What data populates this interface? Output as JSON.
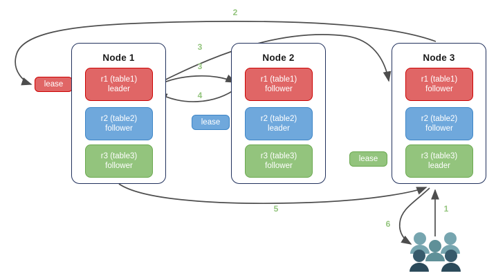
{
  "diagram": {
    "title": "raft-lease-replica-topology",
    "colors": {
      "replica_red": "#e06666",
      "replica_red_border": "#cc0000",
      "replica_blue": "#6fa8dc",
      "replica_blue_border": "#3d85c6",
      "replica_green": "#93c47d",
      "replica_green_border": "#6aa84f",
      "edge_label_green": "#93c47d",
      "arrow_gray": "#4d4d4d",
      "node_border": "#20305c",
      "users_light": "#76a5af",
      "users_mid": "#5f9098",
      "users_dark": "#375a6b",
      "users_darkest": "#2b4a5a"
    },
    "nodes": [
      {
        "id": "node1",
        "title": "Node 1",
        "replicas": [
          {
            "name": "r1 (table1)",
            "role": "leader",
            "color": "red"
          },
          {
            "name": "r2 (table2)",
            "role": "follower",
            "color": "blue"
          },
          {
            "name": "r3 (table3)",
            "role": "follower",
            "color": "green"
          }
        ]
      },
      {
        "id": "node2",
        "title": "Node 2",
        "replicas": [
          {
            "name": "r1 (table1)",
            "role": "follower",
            "color": "red"
          },
          {
            "name": "r2 (table2)",
            "role": "leader",
            "color": "blue"
          },
          {
            "name": "r3 (table3)",
            "role": "follower",
            "color": "green"
          }
        ]
      },
      {
        "id": "node3",
        "title": "Node 3",
        "replicas": [
          {
            "name": "r1 (table1)",
            "role": "follower",
            "color": "red"
          },
          {
            "name": "r2 (table2)",
            "role": "follower",
            "color": "blue"
          },
          {
            "name": "r3 (table3)",
            "role": "leader",
            "color": "green"
          }
        ]
      }
    ],
    "leases": [
      {
        "id": "lease-red",
        "label": "lease",
        "color": "red"
      },
      {
        "id": "lease-blue",
        "label": "lease",
        "color": "blue"
      },
      {
        "id": "lease-green",
        "label": "lease",
        "color": "green"
      }
    ],
    "edge_labels": [
      {
        "id": "edge-2",
        "text": "2"
      },
      {
        "id": "edge-3a",
        "text": "3"
      },
      {
        "id": "edge-3b",
        "text": "3"
      },
      {
        "id": "edge-4",
        "text": "4"
      },
      {
        "id": "edge-5",
        "text": "5"
      },
      {
        "id": "edge-1",
        "text": "1"
      },
      {
        "id": "edge-6",
        "text": "6"
      }
    ],
    "users": {
      "label": "users-group-icon",
      "count": 5
    }
  }
}
